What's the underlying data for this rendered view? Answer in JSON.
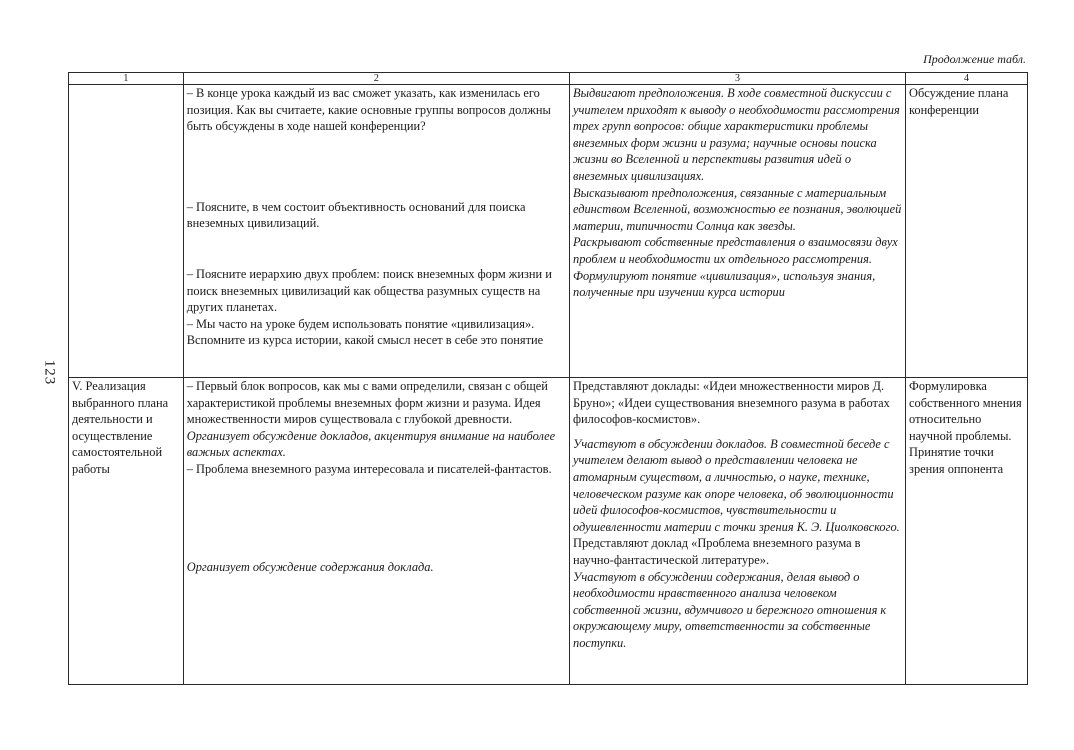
{
  "continuation_label": "Продолжение табл.",
  "page_number": "123",
  "table": {
    "headers": [
      "1",
      "2",
      "3",
      "4"
    ],
    "row1": {
      "col1": "",
      "col2": [
        "– В конце урока каждый из вас сможет указать, как изменилась его позиция. Как вы считаете, какие основные группы вопросов должны быть обсуждены в ходе нашей конференции?",
        "– Поясните, в чем состоит объективность оснований для поиска внеземных цивилизаций.",
        "– Поясните иерархию двух проблем: поиск внеземных форм жизни и поиск внеземных цивилизаций как общества разумных существ на других планетах.",
        "– Мы часто на уроке будем использовать понятие «цивилизация». Вспомните из курса истории, какой смысл несет в себе это понятие"
      ],
      "col3": [
        "Выдвигают предположения. В ходе совместной дискуссии с учителем приходят к выводу о необходимости рассмотрения трех групп вопросов: общие характеристики проблемы внеземных форм жизни и разума; научные основы поиска жизни во Вселенной и перспективы развития идей о внеземных цивилизациях.",
        "Высказывают предположения, связанные с материальным единством Вселенной, возможностью ее познания, эволюцией материи, типичности Солнца как звезды.",
        "Раскрывают собственные представления о взаимосвязи двух проблем и необходимости их отдельного рассмотрения.",
        "Формулируют понятие «цивилизация», используя знания, полученные при изучении курса истории"
      ],
      "col4": "Обсуждение плана конференции"
    },
    "row2": {
      "col1": "V. Реализация выбранного плана деятельности и осуществление самостоятельной работы",
      "col2": [
        "– Первый блок вопросов, как мы с вами определили, связан с общей характеристикой проблемы внеземных форм жизни и разума. Идея множественности миров существовала с глубокой древности.",
        "Организует обсуждение докладов, акцентируя внимание на наиболее важных аспектах.",
        "– Проблема внеземного разума интересовала и писателей-фантастов.",
        "Организует обсуждение содержания доклада."
      ],
      "col3": [
        "Представляют доклады: «Идеи множественности миров Д. Бруно»; «Идеи существования внеземного разума в работах философов-космистов».",
        "Участвуют в обсуждении докладов. В совместной беседе с учителем делают вывод о представлении человека не атомарным существом, а личностью, о науке, технике, человеческом разуме как опоре человека, об эволюционности идей философов-космистов, чувствительности и одушевленности материи с точки зрения К. Э. Циолковского.",
        "Представляют доклад «Проблема внеземного разума в научно-фантастической литературе».",
        "Участвуют в обсуждении содержания, делая вывод о необходимости нравственного анализа человеком собственной жизни, вдумчивого и бережного отношения к окружающему миру, ответственности за собственные поступки."
      ],
      "col4": "Формулировка собственного мнения относительно научной проблемы. Принятие точки зрения оппонента"
    }
  }
}
